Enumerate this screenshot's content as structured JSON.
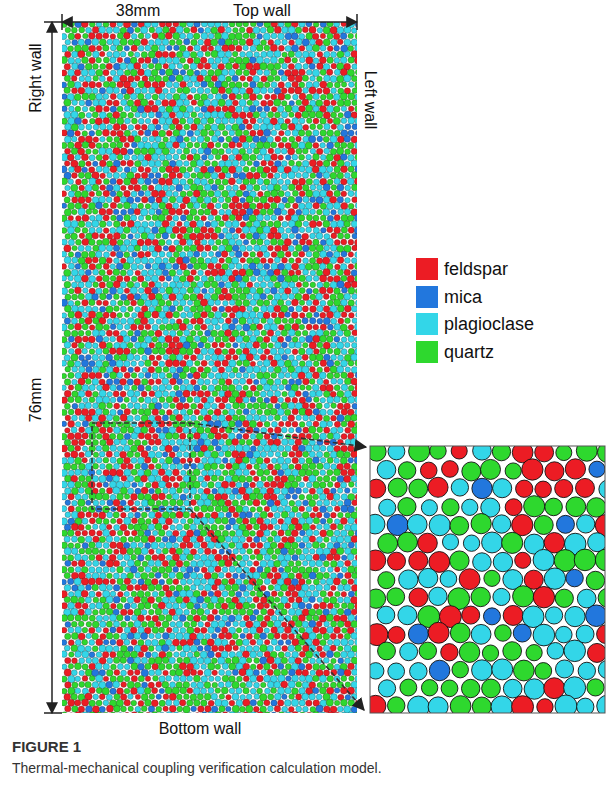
{
  "diagram": {
    "title": "FIGURE 1",
    "caption": "Thermal-mechanical coupling verification calculation model.",
    "labels": [
      "38mm",
      "Top wall",
      "Right wall",
      "Left wall",
      "76mm",
      "Bottom wall"
    ],
    "legend": [
      {
        "text": "feldspar",
        "color": "#ec1c24"
      },
      {
        "text": "mica",
        "color": "#2277dd"
      },
      {
        "text": "plagioclase",
        "color": "#33d6e8"
      },
      {
        "text": "quartz",
        "color": "#2ed82e"
      }
    ]
  }
}
